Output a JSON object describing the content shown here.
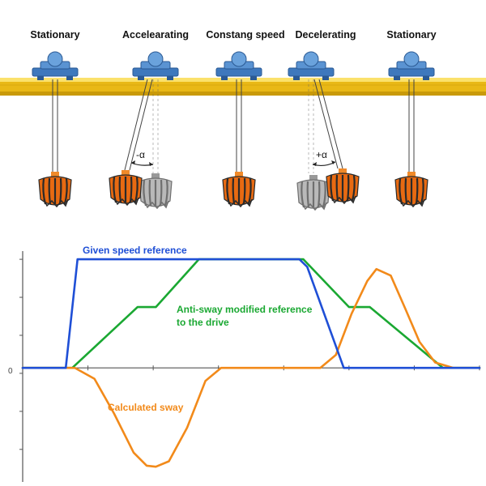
{
  "phases": [
    {
      "label": "Stationary"
    },
    {
      "label": "Accelearating"
    },
    {
      "label": "Constang speed"
    },
    {
      "label": "Decelerating"
    },
    {
      "label": "Stationary"
    }
  ],
  "sway_symbols": {
    "accelerating": "-α",
    "decelerating": "+α"
  },
  "chart_data": {
    "type": "line",
    "title": "",
    "xlabel": "",
    "ylabel": "",
    "y_tick_labels": [
      "0"
    ],
    "series": [
      {
        "name": "Given speed reference",
        "color": "#1f4fd6",
        "x": [
          0,
          3.3,
          4.2,
          21.2,
          21.8,
          24.6,
          35.0
        ],
        "y": [
          0,
          0,
          1,
          1,
          0.93,
          0,
          0
        ]
      },
      {
        "name": "Anti-sway modified refernce to the drive",
        "display_lines": [
          "Anti-sway modified reference",
          "to the drive"
        ],
        "color": "#1aa832",
        "x": [
          0,
          3.8,
          8.8,
          10.2,
          13.5,
          21.5,
          25.0,
          26.6,
          32.2,
          35.0
        ],
        "y": [
          0,
          0,
          0.56,
          0.56,
          1,
          1,
          0.56,
          0.56,
          0,
          0
        ]
      },
      {
        "name": "Calculated sway",
        "color": "#f28a1a",
        "x": [
          0,
          4.0,
          5.5,
          7.0,
          8.5,
          9.5,
          10.2,
          11.2,
          12.6,
          14.0,
          15.2,
          22.8,
          24.0,
          25.2,
          26.4,
          27.1,
          28.2,
          29.3,
          30.4,
          31.6,
          33.0,
          35.0
        ],
        "y": [
          0,
          0,
          -0.1,
          -0.42,
          -0.78,
          -0.9,
          -0.91,
          -0.86,
          -0.55,
          -0.12,
          0,
          0,
          0.12,
          0.5,
          0.8,
          0.91,
          0.85,
          0.55,
          0.24,
          0.05,
          0,
          0
        ]
      }
    ],
    "xlim": [
      0,
      35
    ],
    "ylim": [
      -1.05,
      1.15
    ],
    "grid": false,
    "colors": {
      "axis": "#555555",
      "rail": "#f2c81e",
      "trolley": "#4b86c8",
      "bucket": "#e86a12"
    }
  }
}
